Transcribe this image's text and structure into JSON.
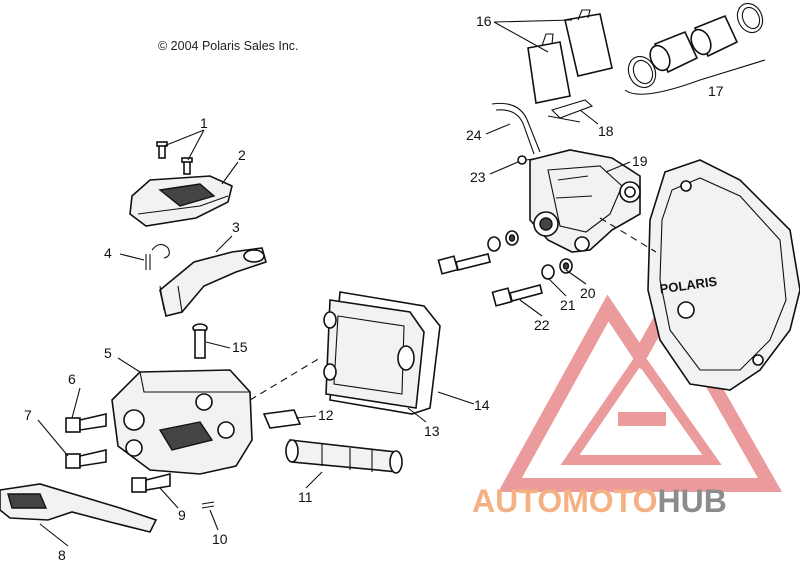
{
  "copyright": "© 2004 Polaris Sales Inc.",
  "brand_on_cover": "POLARIS",
  "watermark": {
    "text_prefix": "AUTOMOTO",
    "text_suffix": "HUB",
    "color_primary": "#f4b183",
    "color_secondary": "#8c8c8c",
    "logo_color": "#e88a8a"
  },
  "callouts": {
    "c1": "1",
    "c2": "2",
    "c3": "3",
    "c4": "4",
    "c5": "5",
    "c6": "6",
    "c7": "7",
    "c8": "8",
    "c9": "9",
    "c10": "10",
    "c11": "11",
    "c12": "12",
    "c13": "13",
    "c14": "14",
    "c15": "15",
    "c16": "16",
    "c17": "17",
    "c18": "18",
    "c19": "19",
    "c20": "20",
    "c21": "21",
    "c22": "22",
    "c23": "23",
    "c24": "24"
  }
}
